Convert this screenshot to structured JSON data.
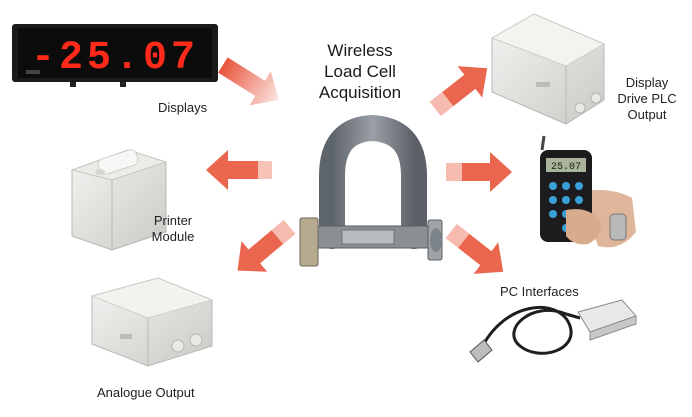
{
  "title": {
    "line1": "Wireless",
    "line2": "Load Cell",
    "line3": "Acquisition"
  },
  "display_readout": "-25.07",
  "labels": {
    "displays": "Displays",
    "printer_line1": "Printer",
    "printer_line2": "Module",
    "analogue": "Analogue Output",
    "display_drive_line1": "Display",
    "display_drive_line2": "Drive PLC",
    "display_drive_line3": "Output",
    "pc_interfaces": "PC Interfaces"
  },
  "handheld_readout": "25.07",
  "colors": {
    "arrow": "#e8553c",
    "display_digits": "#ff2a1a",
    "shackle": "#7d8489"
  }
}
